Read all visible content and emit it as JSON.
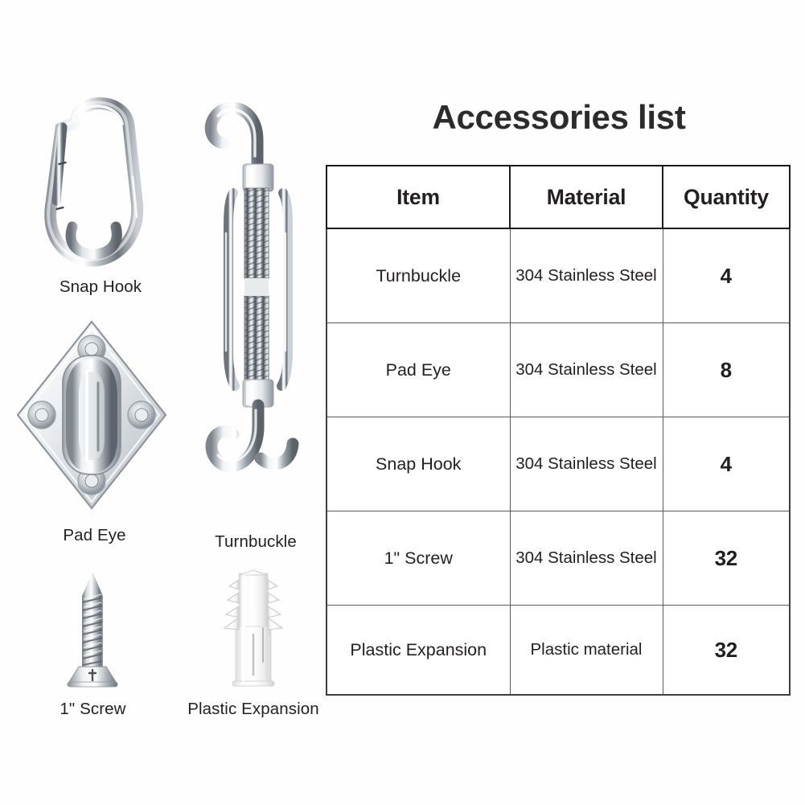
{
  "title": "Accessories list",
  "table": {
    "headers": [
      "Item",
      "Material",
      "Quantity"
    ],
    "rows": [
      {
        "item": "Turnbuckle",
        "material": "304 Stainless Steel",
        "quantity": "4"
      },
      {
        "item": "Pad Eye",
        "material": "304 Stainless Steel",
        "quantity": "8"
      },
      {
        "item": "Snap Hook",
        "material": "304 Stainless Steel",
        "quantity": "4"
      },
      {
        "item": "1\" Screw",
        "material": "304 Stainless Steel",
        "quantity": "32"
      },
      {
        "item": "Plastic Expansion",
        "material": "Plastic material",
        "quantity": "32"
      }
    ]
  },
  "gallery": {
    "items": [
      {
        "caption": "Snap Hook",
        "icon": "snap-hook-illustration"
      },
      {
        "caption": "Turnbuckle",
        "icon": "turnbuckle-illustration"
      },
      {
        "caption": "Pad Eye",
        "icon": "pad-eye-illustration"
      },
      {
        "caption": "1\" Screw",
        "icon": "screw-illustration"
      },
      {
        "caption": "Plastic Expansion",
        "icon": "plastic-expansion-illustration"
      }
    ]
  },
  "colors": {
    "background": "#ffffff",
    "text": "#231f20",
    "table_border": "#59595b",
    "header_border": "#1b1b1b",
    "steel_light": "#f2f4f6",
    "steel_mid": "#b9bfc6",
    "steel_dark": "#4a5058",
    "plastic_white": "#f4f4f4"
  }
}
